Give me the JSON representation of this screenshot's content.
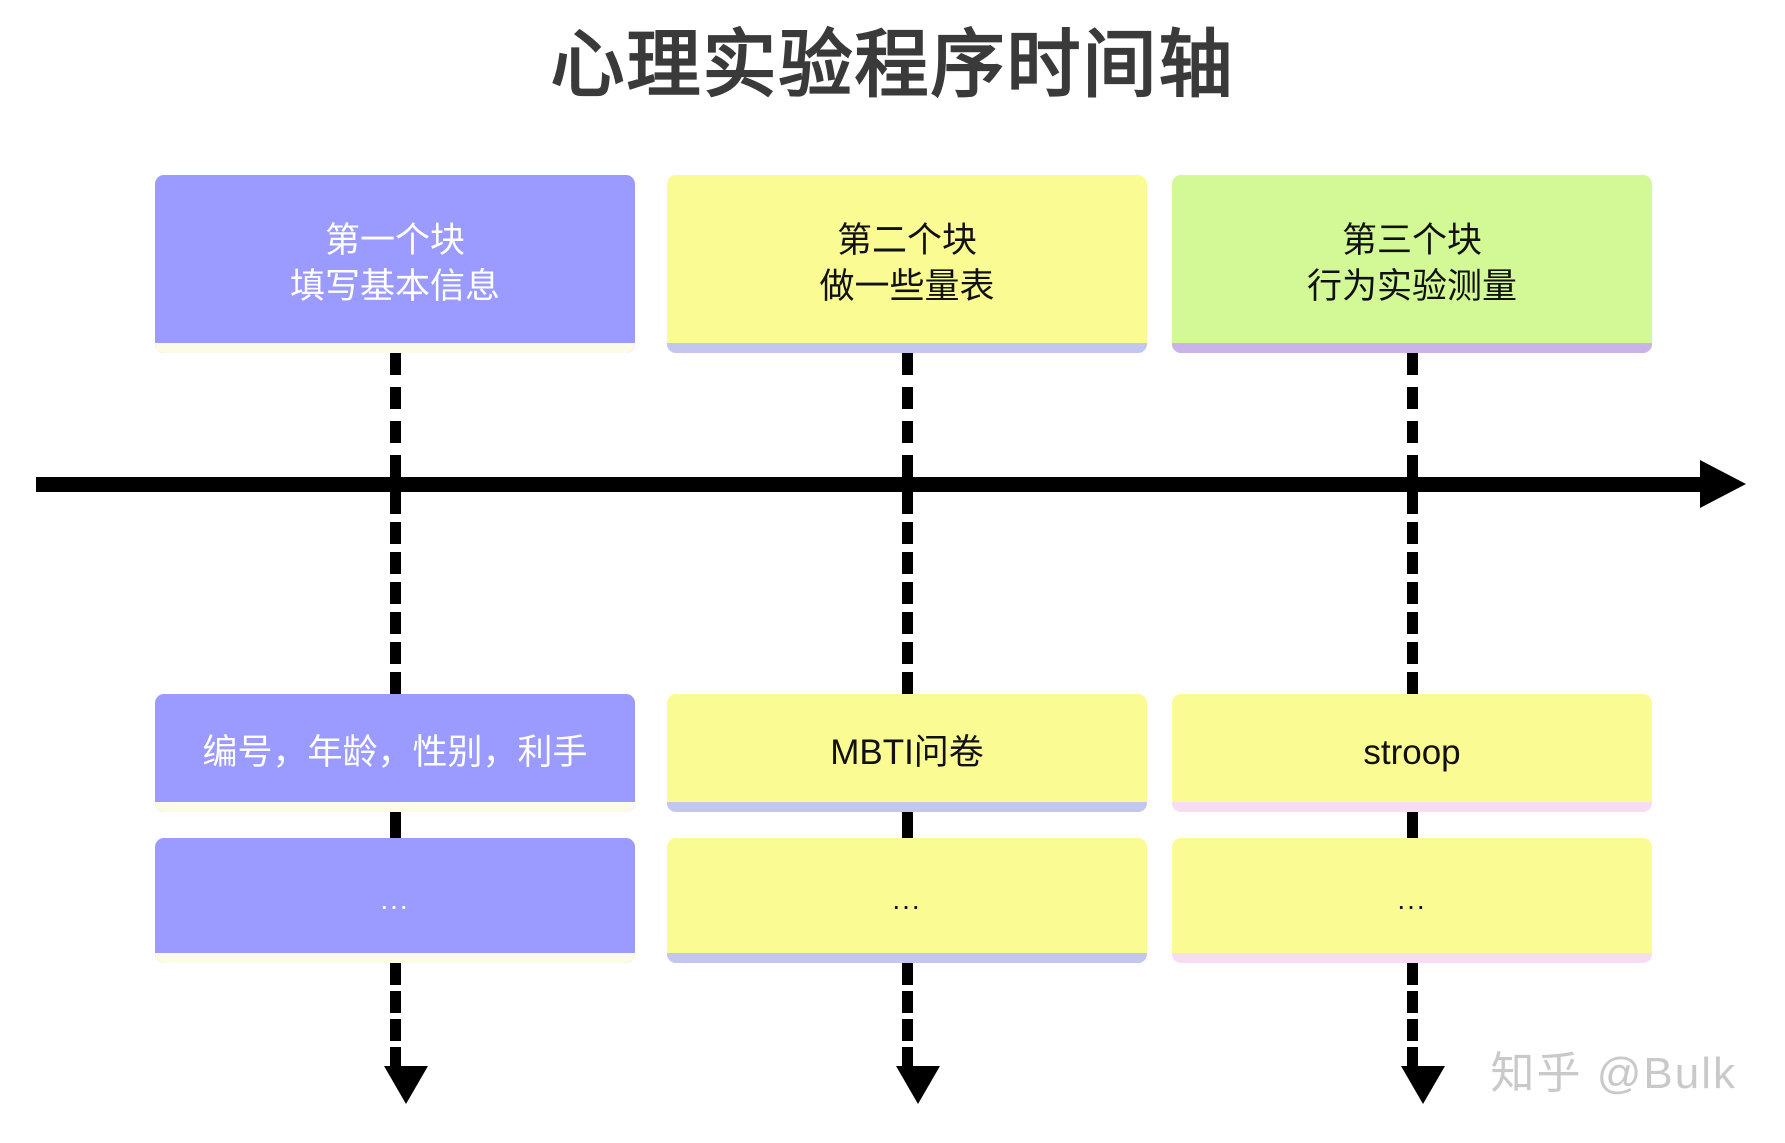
{
  "title": "心理实验程序时间轴",
  "watermark": "知乎 @Bulk",
  "timeline": {
    "axis_direction": "left-to-right",
    "columns": [
      {
        "id": "block-1",
        "header": "第一个块\n填写基本信息",
        "header_line1": "第一个块",
        "header_line2": "填写基本信息",
        "detail": "编号，年龄，性别，利手",
        "ellipsis": "...",
        "fill_color": "#9a9aff",
        "text_color": "#ffffff",
        "accent_color": "#fbfbe6"
      },
      {
        "id": "block-2",
        "header": "第二个块\n做一些量表",
        "header_line1": "第二个块",
        "header_line2": "做一些量表",
        "detail": "MBTI问卷",
        "ellipsis": "...",
        "fill_color": "#fbfb94",
        "text_color": "#111111",
        "accent_color": "#c3c6ef"
      },
      {
        "id": "block-3",
        "header": "第三个块\n行为实验测量",
        "header_line1": "第三个块",
        "header_line2": "行为实验测量",
        "detail": "stroop",
        "ellipsis": "...",
        "fill_color": "#d3f896",
        "header_accent_color": "#c9b3e8",
        "detail_fill_color": "#fbfb94",
        "text_color": "#111111",
        "accent_color": "#f7ddf3"
      }
    ]
  }
}
